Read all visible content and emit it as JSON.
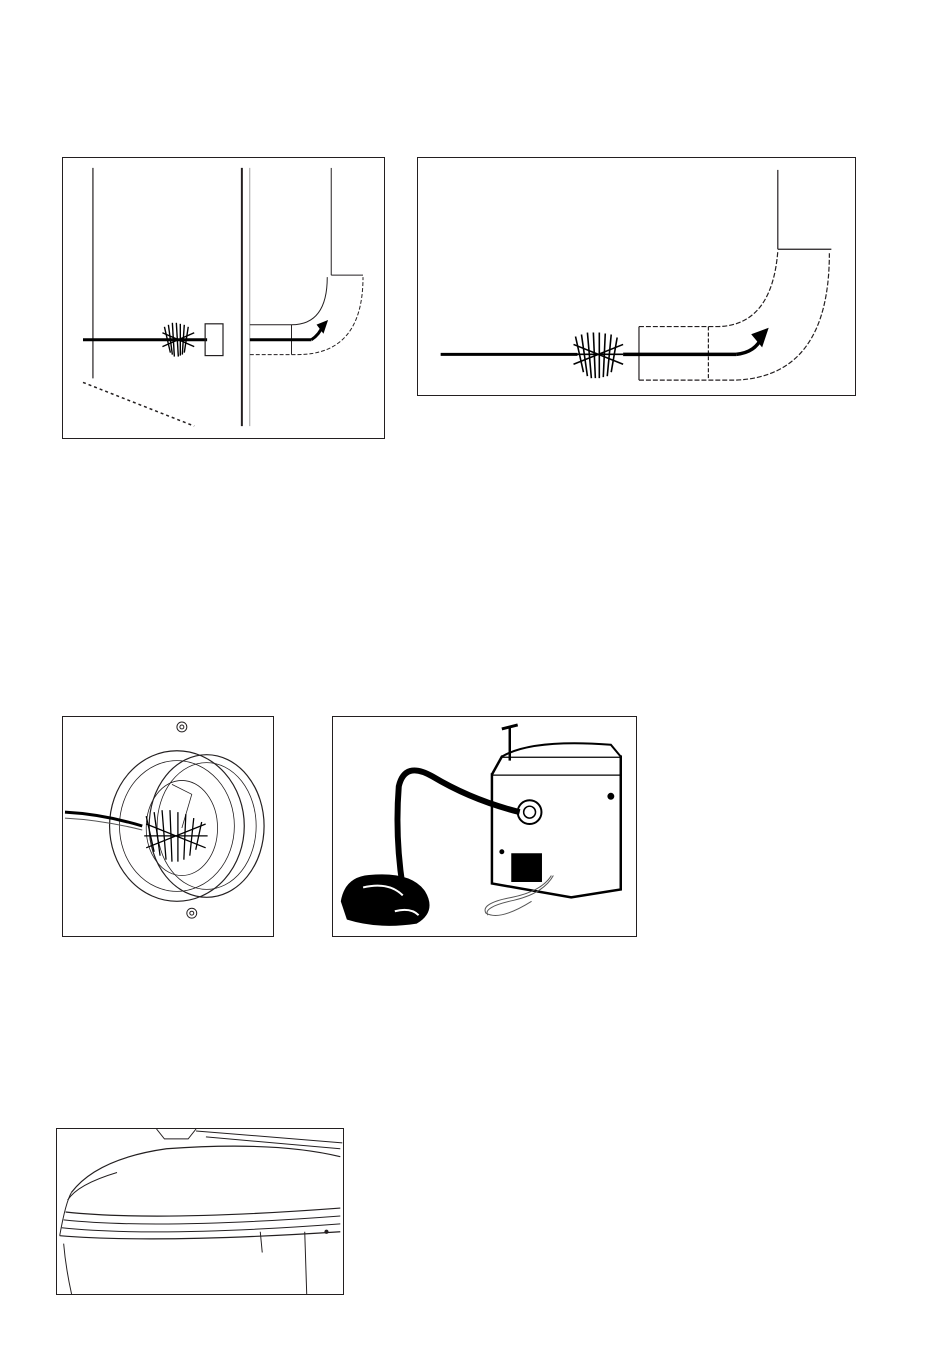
{
  "page": {
    "background": "#ffffff",
    "line_color": "#231f20"
  },
  "figures": [
    {
      "id": "fig1",
      "icon": "brush-in-pipe-side-view-icon"
    },
    {
      "id": "fig2",
      "icon": "brush-in-bent-pipe-icon"
    },
    {
      "id": "fig3",
      "icon": "brush-in-outlet-icon"
    },
    {
      "id": "fig4",
      "icon": "vacuum-cleaning-unit-icon"
    },
    {
      "id": "fig5",
      "icon": "toilet-lid-icon"
    }
  ]
}
